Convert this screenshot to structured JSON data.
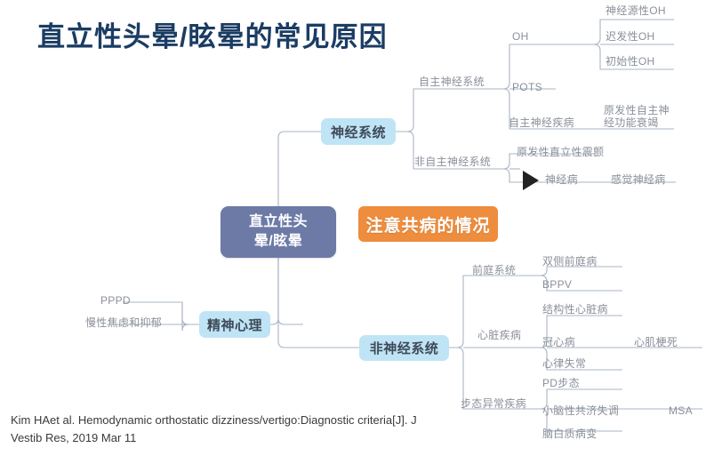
{
  "page": {
    "title": "直立性头晕/眩晕的常见原因",
    "citation": "Kim HAet al. Hemodynamic orthostatic dizziness/vertigo:Diagnostic criteria[J]. J Vestib Res, 2019 Mar 11"
  },
  "colors": {
    "title": "#1b3c63",
    "root_node": "#6d7aa6",
    "branch_node": "#bfe4f5",
    "callout": "#ed8d3d",
    "connector": "#a9b4c4",
    "leaf_text": "#8a8f99"
  },
  "mindmap": {
    "type": "mindmap",
    "root": {
      "label": "直立性头晕\n晕/眩晕",
      "line1": "直立性头",
      "line2": "晕/眩晕"
    },
    "callout": {
      "label": "注意共病的情况"
    },
    "branches": [
      {
        "id": "nervous-system",
        "label": "神经系统",
        "children": [
          {
            "id": "autonomic-nervous-system",
            "label": "自主神经系统",
            "children": [
              {
                "id": "oh",
                "label": "OH",
                "children": [
                  {
                    "id": "neurogenic-oh",
                    "label": "神经源性OH"
                  },
                  {
                    "id": "delayed-oh",
                    "label": "迟发性OH"
                  },
                  {
                    "id": "initial-oh",
                    "label": "初始性OH"
                  }
                ]
              },
              {
                "id": "pots",
                "label": "POTS"
              },
              {
                "id": "autonomic-disease",
                "label": "自主神经疾病",
                "children": [
                  {
                    "id": "primary-autonomic-failure",
                    "label": "原发性自主神经功能衰竭"
                  }
                ]
              }
            ]
          },
          {
            "id": "non-autonomic-nervous-system",
            "label": "非自主神经系统",
            "children": [
              {
                "id": "primary-orthostatic-tremor",
                "label": "原发性直立性震颤"
              },
              {
                "id": "neuropathy",
                "label": "神经病",
                "children": [
                  {
                    "id": "sensory-neuropathy",
                    "label": "感觉神经病"
                  }
                ]
              }
            ]
          }
        ]
      },
      {
        "id": "psychological",
        "label": "精神心理",
        "children": [
          {
            "id": "pppd",
            "label": "PPPD"
          },
          {
            "id": "chronic-anxiety-depression",
            "label": "慢性焦虑和抑郁"
          }
        ]
      },
      {
        "id": "non-nervous-system",
        "label": "非神经系统",
        "children": [
          {
            "id": "vestibular-system",
            "label": "前庭系统",
            "children": [
              {
                "id": "bilateral-vestibulopathy",
                "label": "双侧前庭病"
              },
              {
                "id": "bppv",
                "label": "BPPV"
              }
            ]
          },
          {
            "id": "cardiac-disease",
            "label": "心脏疾病",
            "children": [
              {
                "id": "structural-heart-disease",
                "label": "结构性心脏病"
              },
              {
                "id": "coronary-heart-disease",
                "label": "冠心病",
                "children": [
                  {
                    "id": "myocardial-infarction",
                    "label": "心肌梗死"
                  }
                ]
              },
              {
                "id": "arrhythmia",
                "label": "心律失常"
              }
            ]
          },
          {
            "id": "gait-disorder",
            "label": "步态异常疾病",
            "children": [
              {
                "id": "pd-gait",
                "label": "PD步态"
              },
              {
                "id": "cerebellar-ataxia",
                "label": "小脑性共济失调",
                "children": [
                  {
                    "id": "msa",
                    "label": "MSA"
                  }
                ]
              },
              {
                "id": "leukoencephalopathy",
                "label": "脑白质病变"
              }
            ]
          }
        ]
      }
    ]
  },
  "controls": {
    "play_icon": "play-icon"
  }
}
